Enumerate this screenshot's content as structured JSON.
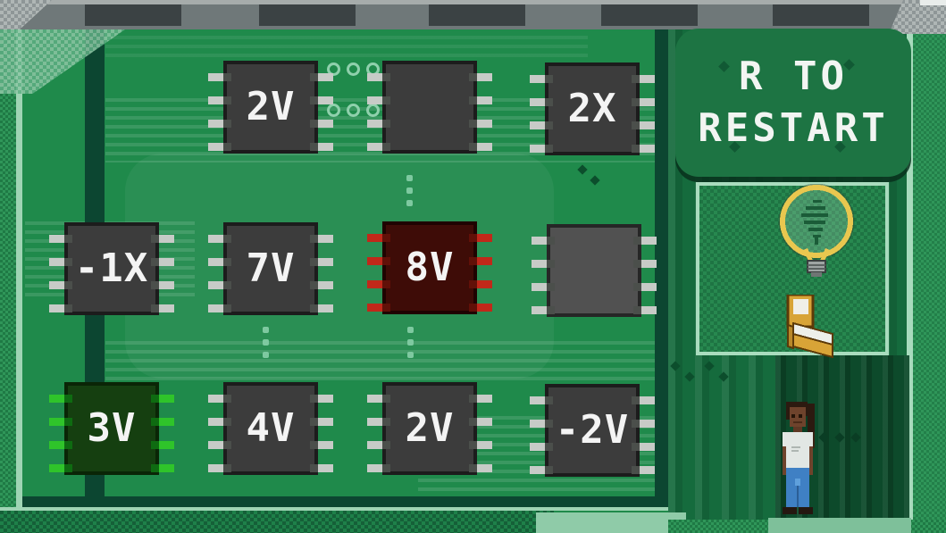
{
  "restart_sign": {
    "line1": "R TO",
    "line2": "RESTART"
  },
  "chips": [
    {
      "label": "2V",
      "row": 1,
      "col": 2,
      "state": "normal"
    },
    {
      "label": "",
      "row": 1,
      "col": 3,
      "state": "normal"
    },
    {
      "label": "2X",
      "row": 1,
      "col": 4,
      "state": "normal"
    },
    {
      "label": "-1X",
      "row": 2,
      "col": 1,
      "state": "normal"
    },
    {
      "label": "7V",
      "row": 2,
      "col": 2,
      "state": "normal"
    },
    {
      "label": "8V",
      "row": 2,
      "col": 3,
      "state": "error-red"
    },
    {
      "label": "",
      "row": 2,
      "col": 4,
      "state": "normal"
    },
    {
      "label": "3V",
      "row": 3,
      "col": 1,
      "state": "active-green"
    },
    {
      "label": "4V",
      "row": 3,
      "col": 2,
      "state": "normal"
    },
    {
      "label": "2V",
      "row": 3,
      "col": 3,
      "state": "normal"
    },
    {
      "label": "-2V",
      "row": 3,
      "col": 4,
      "state": "normal"
    }
  ],
  "icons": {
    "lightbulb": "lightbulb-icon",
    "bed": "bed-icon"
  },
  "character": {
    "description": "player character standing, white shirt and blue jeans"
  },
  "colors": {
    "board_green": "#1F8A4B",
    "right_column_green": "#156B3D",
    "trace_light_green": "#9FD4B4",
    "frame_dark_green": "#0C4631",
    "chip_gray": "#3C3C3C",
    "chip_red": "#3E0C07",
    "chip_green": "#153F10",
    "pin_gray": "#C7CBC7",
    "pin_red": "#C1281A",
    "pin_green": "#2FC42A",
    "topbar_gray": "#6F7879",
    "topbar_segment": "#3B4244",
    "bulb_gold": "#E9C74F",
    "label_white": "#F4F4F4"
  }
}
